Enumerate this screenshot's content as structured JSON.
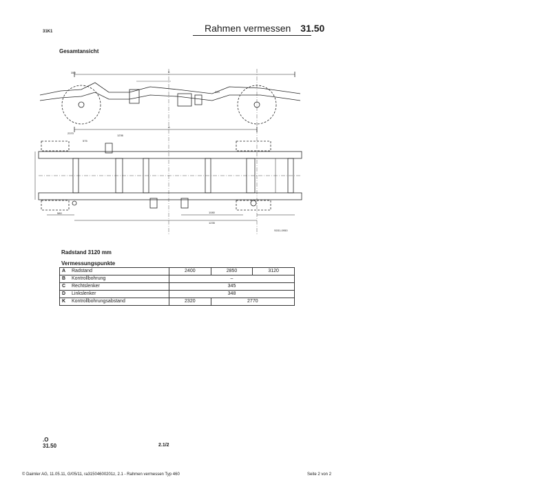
{
  "header": {
    "code_top_left": "31K1",
    "title": "Rahmen vermessen",
    "number": "31.50"
  },
  "section_title": "Gesamtansicht",
  "drawing": {
    "dims_top": {
      "K": "K",
      "A": "A"
    },
    "labels": [
      "350",
      "2370",
      "1236",
      "575",
      "320",
      "580",
      "1080",
      "1235",
      "S031-0950"
    ]
  },
  "wheelbase": "Radstand 3120 mm",
  "measure_title": "Vermessungspunkte",
  "rows": [
    {
      "key": "A",
      "label": "Radstand",
      "values": [
        "2400",
        "2850",
        "3120"
      ]
    },
    {
      "key": "B",
      "label": "Kontrollbohrung",
      "value": "–"
    },
    {
      "key": "C",
      "label": "Rechtslenker",
      "value": "345"
    },
    {
      "key": "D",
      "label": "Linkslenker",
      "value": "348"
    },
    {
      "key": "K",
      "label": "Kontrollbohrungsabstand",
      "v1": "2320",
      "v2": "2770"
    }
  ],
  "page_code": {
    "line1": ".O",
    "line2": "31.50"
  },
  "page_number": "2.1/2",
  "footer": {
    "left": "© Daimler AG, 11.05.11, G/05/11, ra31504600201z, 2.1 - Rahmen vermessen Typ 460",
    "right": "Seite 2 von 2"
  }
}
